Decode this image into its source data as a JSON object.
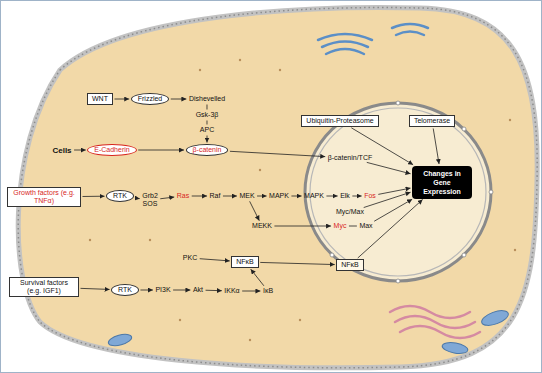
{
  "diagram": {
    "nodes": [
      {
        "text": [
          "WNT"
        ]
      },
      {
        "text": [
          "Frizzled"
        ]
      },
      {
        "text": [
          "Dishevelled"
        ]
      },
      {
        "text": [
          "Gsk-3β"
        ]
      },
      {
        "text": [
          "APC"
        ]
      },
      {
        "text": [
          "β-catenin"
        ]
      },
      {
        "text": [
          "Cells"
        ]
      },
      {
        "text": [
          "E-Cadherin"
        ]
      },
      {
        "text": [
          "Ubiquitin-Proteasome"
        ]
      },
      {
        "text": [
          "Telomerase"
        ]
      },
      {
        "text": [
          "β-catenin/TCF"
        ]
      },
      {
        "text": [
          "Changes in Gene Expression"
        ]
      },
      {
        "text": [
          "Growth factors (e.g. TNFα)"
        ]
      },
      {
        "text": [
          "RTK"
        ]
      },
      {
        "text": [
          "Grb2",
          "SOS"
        ]
      },
      {
        "text": [
          "Ras"
        ]
      },
      {
        "text": [
          "Raf"
        ]
      },
      {
        "text": [
          "MEK"
        ]
      },
      {
        "text": [
          "MAPK"
        ]
      },
      {
        "text": [
          "MAPK"
        ]
      },
      {
        "text": [
          "Elk"
        ]
      },
      {
        "text": [
          "Fos"
        ]
      },
      {
        "text": [
          "Myc/Max"
        ]
      },
      {
        "text": [
          "MEKK"
        ]
      },
      {
        "text": [
          "Myc"
        ]
      },
      {
        "text": [
          "Max"
        ]
      },
      {
        "text": [
          "PKC"
        ]
      },
      {
        "text": [
          "NFκB"
        ]
      },
      {
        "text": [
          "NFκB"
        ]
      },
      {
        "text": [
          "IKKα"
        ]
      },
      {
        "text": [
          "IκB"
        ]
      },
      {
        "text": [
          "Survival factors (e.g. IGF1)"
        ]
      },
      {
        "text": [
          "RTK"
        ]
      },
      {
        "text": [
          "PI3K"
        ]
      },
      {
        "text": [
          "Akt"
        ]
      }
    ],
    "edges": [
      {
        "from": 0,
        "to": 1,
        "arrow": "to"
      },
      {
        "from": 1,
        "to": 2,
        "arrow": "to"
      },
      {
        "from": 2,
        "to": 3,
        "arrow": "none"
      },
      {
        "from": 3,
        "to": 4,
        "arrow": "none"
      },
      {
        "from": 4,
        "to": 5,
        "arrow": "to"
      },
      {
        "from": 6,
        "to": 7,
        "arrow": "to"
      },
      {
        "from": 7,
        "to": 5,
        "arrow": "to"
      },
      {
        "from": 5,
        "to": 10,
        "arrow": "to"
      },
      {
        "from": 10,
        "to": 11,
        "arrow": "to"
      },
      {
        "from": 8,
        "to": 11,
        "arrow": "to"
      },
      {
        "from": 9,
        "to": 11,
        "arrow": "to"
      },
      {
        "from": 12,
        "to": 13,
        "arrow": "to"
      },
      {
        "from": 13,
        "to": 14,
        "arrow": "to"
      },
      {
        "from": 14,
        "to": 15,
        "arrow": "to"
      },
      {
        "from": 15,
        "to": 16,
        "arrow": "to"
      },
      {
        "from": 16,
        "to": 17,
        "arrow": "to"
      },
      {
        "from": 17,
        "to": 18,
        "arrow": "to"
      },
      {
        "from": 18,
        "to": 19,
        "arrow": "to"
      },
      {
        "from": 19,
        "to": 20,
        "arrow": "to"
      },
      {
        "from": 20,
        "to": 21,
        "arrow": "to"
      },
      {
        "from": 21,
        "to": 11,
        "arrow": "to"
      },
      {
        "from": 22,
        "to": 11,
        "arrow": "to"
      },
      {
        "from": 17,
        "to": 23,
        "arrow": "to"
      },
      {
        "from": 23,
        "to": 24,
        "arrow": "to"
      },
      {
        "from": 24,
        "to": 25,
        "arrow": "none"
      },
      {
        "from": 25,
        "to": 11,
        "arrow": "to"
      },
      {
        "from": 26,
        "to": 27,
        "arrow": "to"
      },
      {
        "from": 27,
        "to": 28,
        "arrow": "to"
      },
      {
        "from": 28,
        "to": 11,
        "arrow": "to"
      },
      {
        "from": 31,
        "to": 32,
        "arrow": "to"
      },
      {
        "from": 32,
        "to": 33,
        "arrow": "to"
      },
      {
        "from": 33,
        "to": 34,
        "arrow": "to"
      },
      {
        "from": 34,
        "to": 29,
        "arrow": "to"
      },
      {
        "from": 29,
        "to": 30,
        "arrow": "to"
      },
      {
        "from": 30,
        "to": 27,
        "arrow": "to"
      }
    ]
  }
}
